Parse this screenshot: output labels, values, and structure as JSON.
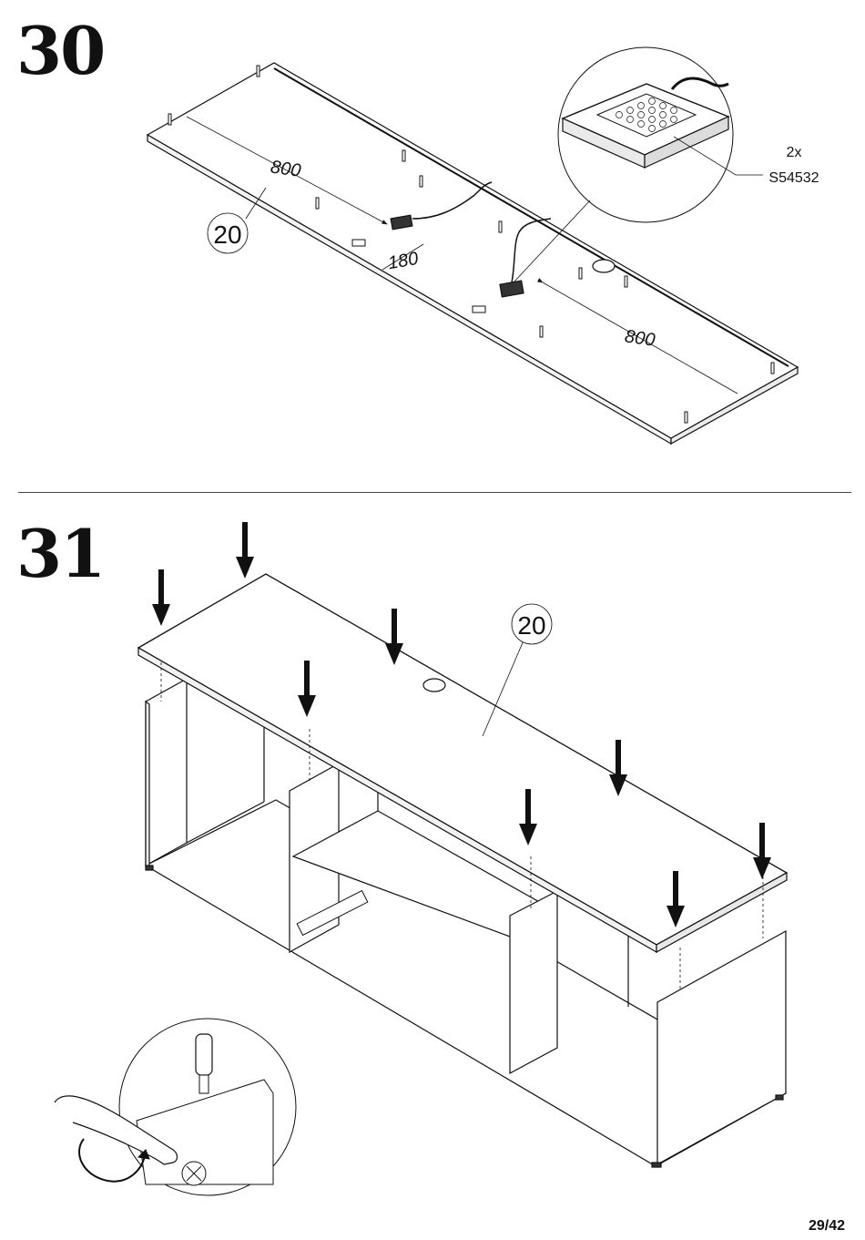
{
  "steps": [
    {
      "number": "30"
    },
    {
      "number": "31"
    }
  ],
  "step30": {
    "part_label": "20",
    "dim_left": "800",
    "dim_offset": "180",
    "dim_right": "800",
    "hardware_qty": "2x",
    "hardware_code": "S54532"
  },
  "step31": {
    "part_label": "20"
  },
  "page_number": "29/42"
}
